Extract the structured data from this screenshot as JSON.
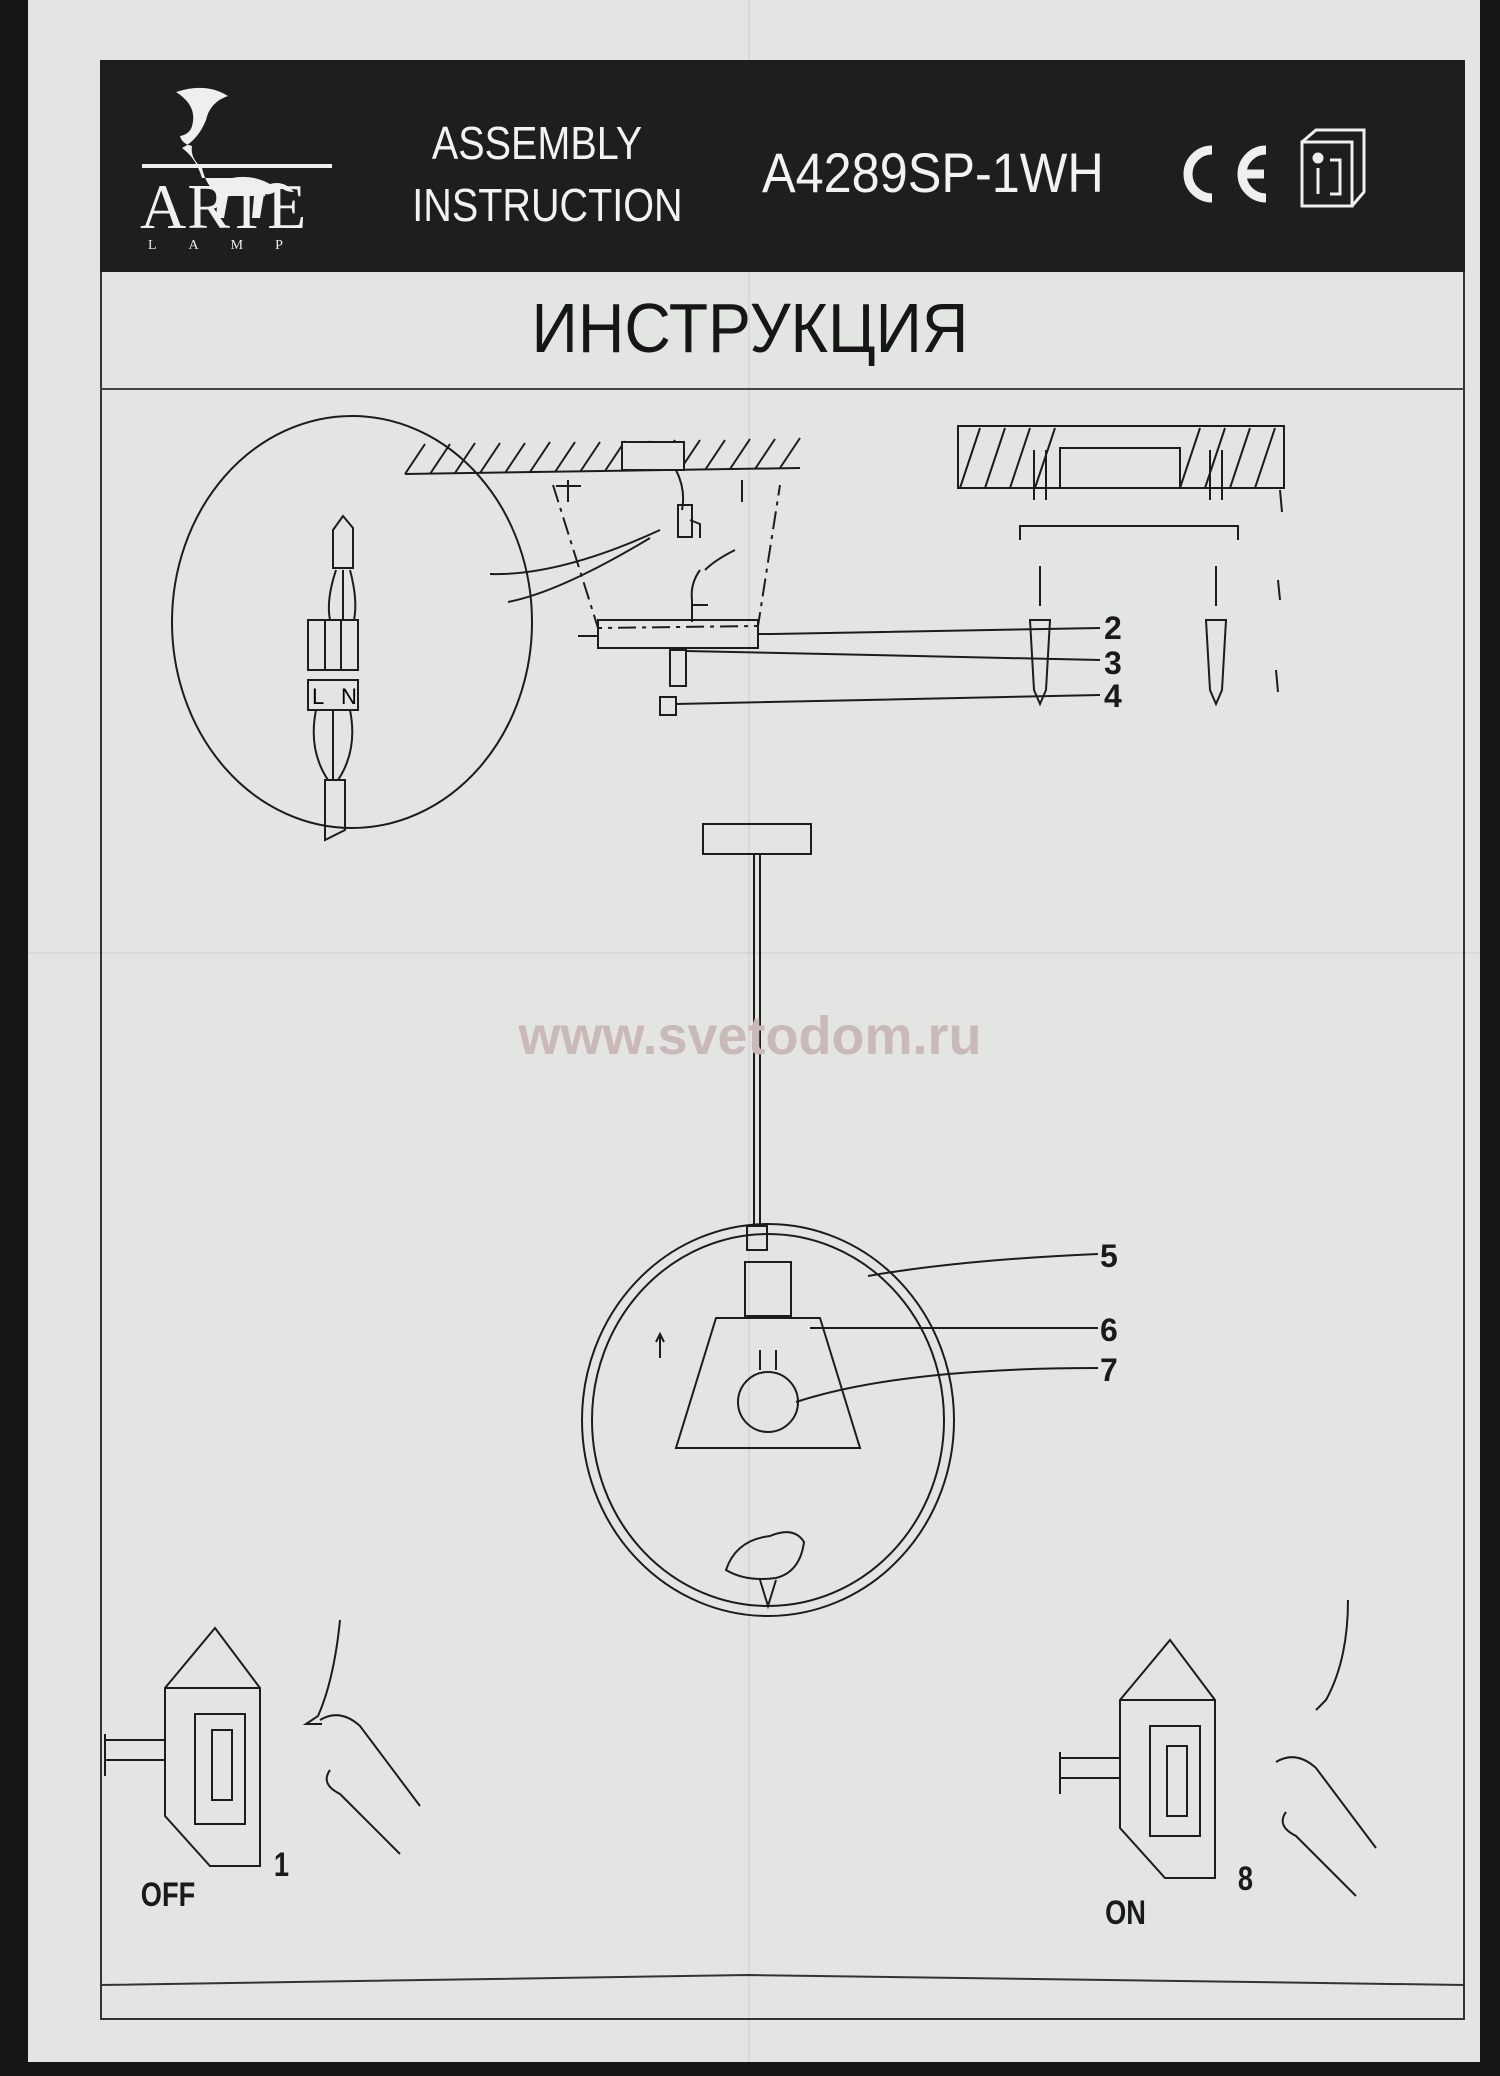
{
  "header": {
    "brand": "ARTE",
    "brand_sub": "LAMP",
    "doc_type_line1": "ASSEMBLY",
    "doc_type_line2": "INSTRUCTION",
    "model": "A4289SP-1WH",
    "icons": [
      "griffin-logo-icon",
      "ce-mark-icon",
      "manual-info-icon"
    ]
  },
  "title": "ИНСТРУКЦИЯ",
  "wiring": {
    "terminal_left": "L",
    "terminal_right": "N"
  },
  "part_labels": [
    "2",
    "3",
    "4",
    "5",
    "6",
    "7"
  ],
  "watermark": "www.svetodom.ru",
  "switch_steps": [
    {
      "step": "1",
      "state": "OFF"
    },
    {
      "step": "8",
      "state": "ON"
    }
  ],
  "colors": {
    "paper": "#e3e5e2",
    "header_bg": "#1e1e1e",
    "ink": "#1a1a1a",
    "watermark": "#c9b9b7"
  }
}
